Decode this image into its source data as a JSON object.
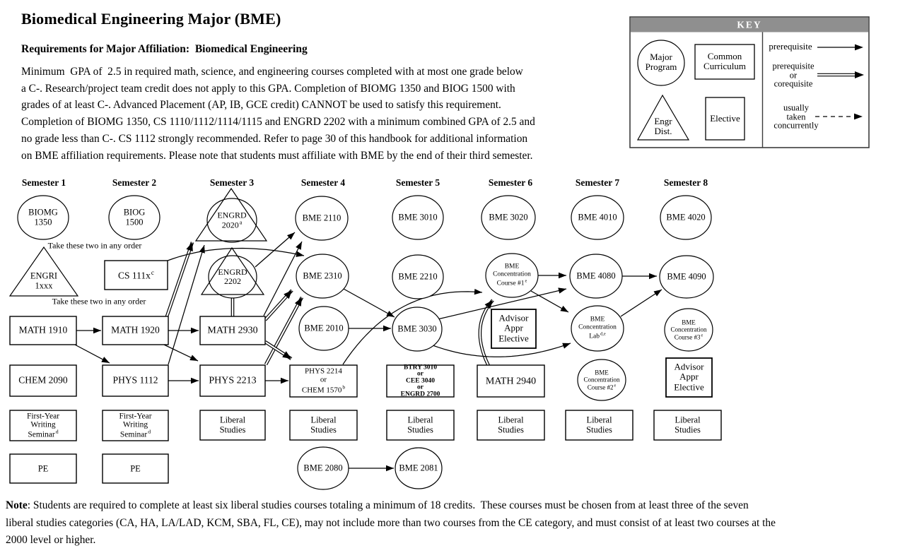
{
  "header": {
    "title": "Biomedical Engineering Major (BME)",
    "subtitle": "Requirements for Major Affiliation:  Biomedical Engineering",
    "requirements": "Minimum  GPA of  2.5 in required math, science, and engineering courses completed with at most one grade below\na C-. Research/project team credit does not apply to this GPA. Completion of BIOMG 1350 and BIOG 1500 with\ngrades of at least C-. Advanced Placement (AP, IB, GCE credit) CANNOT be used to satisfy this requirement.\nCompletion of BIOMG 1350, CS 1110/1112/1114/1115 and ENGRD 2202 with a minimum combined GPA of 2.5 and\nno grade less than C-. CS 1112 strongly recommended. Refer to page 30 of this handbook for additional information\non BME affiliation requirements. Please note that students must affiliate with BME by the end of their third semester."
  },
  "key": {
    "title": "KEY",
    "shape_labels": {
      "major_program": "Major\nProgram",
      "common_curriculum": "Common\nCurriculum",
      "engr_dist": "Engr\nDist.",
      "elective": "Elective"
    },
    "arrow_labels": {
      "prerequisite": "prerequisite",
      "prereq_or_coreq": "prerequisite\nor\ncorequisite",
      "concurrent": "usually\ntaken\nconcurrently"
    }
  },
  "semesters": [
    "Semester 1",
    "Semester 2",
    "Semester 3",
    "Semester 4",
    "Semester 5",
    "Semester 6",
    "Semester 7",
    "Semester 8"
  ],
  "annotations": [
    "Take these two in any order",
    "Take these two in any order"
  ],
  "nodes": [
    {
      "id": "biomg1350",
      "category": "major-program",
      "label": "BIOMG\n1350"
    },
    {
      "id": "biog1500",
      "category": "major-program",
      "label": "BIOG\n1500"
    },
    {
      "id": "engri1xxx",
      "category": "engr-dist",
      "label": "ENGRI\n1xxx"
    },
    {
      "id": "cs111x",
      "category": "common-curriculum",
      "label": "CS 111x",
      "sup": "c"
    },
    {
      "id": "engrd2020",
      "category": "major-program engr-dist",
      "label": "ENGRD\n2020",
      "sup": "a"
    },
    {
      "id": "engrd2202",
      "category": "major-program engr-dist",
      "label": "ENGRD\n2202"
    },
    {
      "id": "math1910",
      "category": "common-curriculum",
      "label": "MATH 1910"
    },
    {
      "id": "math1920",
      "category": "common-curriculum",
      "label": "MATH 1920"
    },
    {
      "id": "math2930",
      "category": "common-curriculum",
      "label": "MATH 2930"
    },
    {
      "id": "chem2090",
      "category": "common-curriculum",
      "label": "CHEM 2090"
    },
    {
      "id": "phys1112",
      "category": "common-curriculum",
      "label": "PHYS 1112"
    },
    {
      "id": "phys2213",
      "category": "common-curriculum",
      "label": "PHYS 2213"
    },
    {
      "id": "fws1",
      "category": "common-curriculum",
      "label": "First-Year\nWriting\nSeminar",
      "sup": "d"
    },
    {
      "id": "fws2",
      "category": "common-curriculum",
      "label": "First-Year\nWriting\nSeminar",
      "sup": "d"
    },
    {
      "id": "pe1",
      "category": "common-curriculum",
      "label": "PE"
    },
    {
      "id": "pe2",
      "category": "common-curriculum",
      "label": "PE"
    },
    {
      "id": "ls3",
      "category": "common-curriculum",
      "label": "Liberal\nStudies"
    },
    {
      "id": "bme2110",
      "category": "major-program",
      "label": "BME 2110"
    },
    {
      "id": "bme2310",
      "category": "major-program",
      "label": "BME 2310"
    },
    {
      "id": "bme2010",
      "category": "major-program",
      "label": "BME 2010"
    },
    {
      "id": "phys2214",
      "category": "common-curriculum",
      "label": "PHYS 2214\nor\nCHEM 1570",
      "sup": "b"
    },
    {
      "id": "ls4",
      "category": "common-curriculum",
      "label": "Liberal\nStudies"
    },
    {
      "id": "bme2080",
      "category": "major-program",
      "label": "BME 2080"
    },
    {
      "id": "bme3010",
      "category": "major-program",
      "label": "BME 3010"
    },
    {
      "id": "bme2210",
      "category": "major-program",
      "label": "BME 2210"
    },
    {
      "id": "bme3030",
      "category": "major-program",
      "label": "BME 3030"
    },
    {
      "id": "btry",
      "category": "common-curriculum",
      "label": "BTRY 3010\nor\nCEE 3040\nor\nENGRD 2700"
    },
    {
      "id": "ls5",
      "category": "common-curriculum",
      "label": "Liberal\nStudies"
    },
    {
      "id": "bme2081",
      "category": "major-program",
      "label": "BME 2081"
    },
    {
      "id": "bme3020",
      "category": "major-program",
      "label": "BME 3020"
    },
    {
      "id": "bmeconc1",
      "category": "major-program",
      "label": "BME\nConcentration\nCourse #1",
      "sup": "e"
    },
    {
      "id": "advappr6",
      "category": "elective",
      "label": "Advisor\nAppr\nElective"
    },
    {
      "id": "math2940",
      "category": "common-curriculum",
      "label": "MATH 2940"
    },
    {
      "id": "ls6",
      "category": "common-curriculum",
      "label": "Liberal\nStudies"
    },
    {
      "id": "bme4010",
      "category": "major-program",
      "label": "BME 4010"
    },
    {
      "id": "bme4080",
      "category": "major-program",
      "label": "BME 4080"
    },
    {
      "id": "bmeconclab",
      "category": "major-program",
      "label": "BME\nConcentration\nLab",
      "sup": "d,e"
    },
    {
      "id": "bmeconc2",
      "category": "major-program",
      "label": "BME\nConcentration\nCourse #2",
      "sup": "e"
    },
    {
      "id": "ls7",
      "category": "common-curriculum",
      "label": "Liberal\nStudies"
    },
    {
      "id": "bme4020",
      "category": "major-program",
      "label": "BME 4020"
    },
    {
      "id": "bme4090",
      "category": "major-program",
      "label": "BME 4090"
    },
    {
      "id": "bmeconc3",
      "category": "major-program",
      "label": "BME\nConcentration\nCourse #3",
      "sup": "e"
    },
    {
      "id": "advappr8",
      "category": "elective",
      "label": "Advisor\nAppr\nElective"
    },
    {
      "id": "ls8",
      "category": "common-curriculum",
      "label": "Liberal\nStudies"
    }
  ],
  "edges": [
    {
      "from": "math1910",
      "to": "math1920",
      "type": "prerequisite"
    },
    {
      "from": "math1920",
      "to": "math2930",
      "type": "prerequisite"
    },
    {
      "from": "math1910",
      "to": "phys1112",
      "type": "prerequisite"
    },
    {
      "from": "math1920",
      "to": "phys2213",
      "type": "prerequisite"
    },
    {
      "from": "phys1112",
      "to": "phys2213",
      "type": "prerequisite"
    },
    {
      "from": "phys2213",
      "to": "phys2214",
      "type": "prerequisite"
    },
    {
      "from": "math1920",
      "to": "engrd2020",
      "type": "prerequisite-or-corequisite"
    },
    {
      "from": "phys1112",
      "to": "engrd2020",
      "type": "prerequisite"
    },
    {
      "from": "cs111x",
      "to": "bme2310",
      "type": "prerequisite"
    },
    {
      "from": "engrd2202",
      "to": "bme2110",
      "type": "prerequisite"
    },
    {
      "from": "math2930",
      "to": "bme2110",
      "type": "prerequisite"
    },
    {
      "from": "math2930",
      "to": "bme2310",
      "type": "prerequisite-or-corequisite"
    },
    {
      "from": "phys2213",
      "to": "bme2310",
      "type": "prerequisite-or-corequisite"
    },
    {
      "from": "math2930",
      "to": "phys2214",
      "type": "prerequisite-or-corequisite"
    },
    {
      "from": "engrd2202",
      "to": "math2930",
      "type": "corequisite-link"
    },
    {
      "from": "bme2310",
      "to": "bme3030",
      "type": "prerequisite"
    },
    {
      "from": "bme2010",
      "to": "bme3030",
      "type": "prerequisite"
    },
    {
      "from": "bme2080",
      "to": "bme2081",
      "type": "prerequisite"
    },
    {
      "from": "phys2214",
      "to": "bmeconc1",
      "type": "prerequisite"
    },
    {
      "from": "math2940",
      "to": "bmeconc1",
      "type": "prerequisite-or-corequisite"
    },
    {
      "from": "bme3030",
      "to": "bme4080",
      "type": "prerequisite"
    },
    {
      "from": "bme3030",
      "to": "bmeconclab",
      "type": "prerequisite"
    },
    {
      "from": "bmeconc1",
      "to": "bme4080",
      "type": "prerequisite"
    },
    {
      "from": "bmeconc1",
      "to": "bmeconclab",
      "type": "prerequisite"
    },
    {
      "from": "bme4080",
      "to": "bme4090",
      "type": "prerequisite"
    },
    {
      "from": "bmeconclab",
      "to": "bme4090",
      "type": "prerequisite"
    }
  ],
  "note": {
    "label": "Note",
    "text": ": Students are required to complete at least six liberal studies courses totaling a minimum of 18 credits.  These courses must be chosen from at least three of the seven\nliberal studies categories (CA, HA, LA/LAD, KCM, SBA, FL, CE), may not include more than two courses from the CE category, and must consist of at least two courses at the\n2000 level or higher."
  }
}
